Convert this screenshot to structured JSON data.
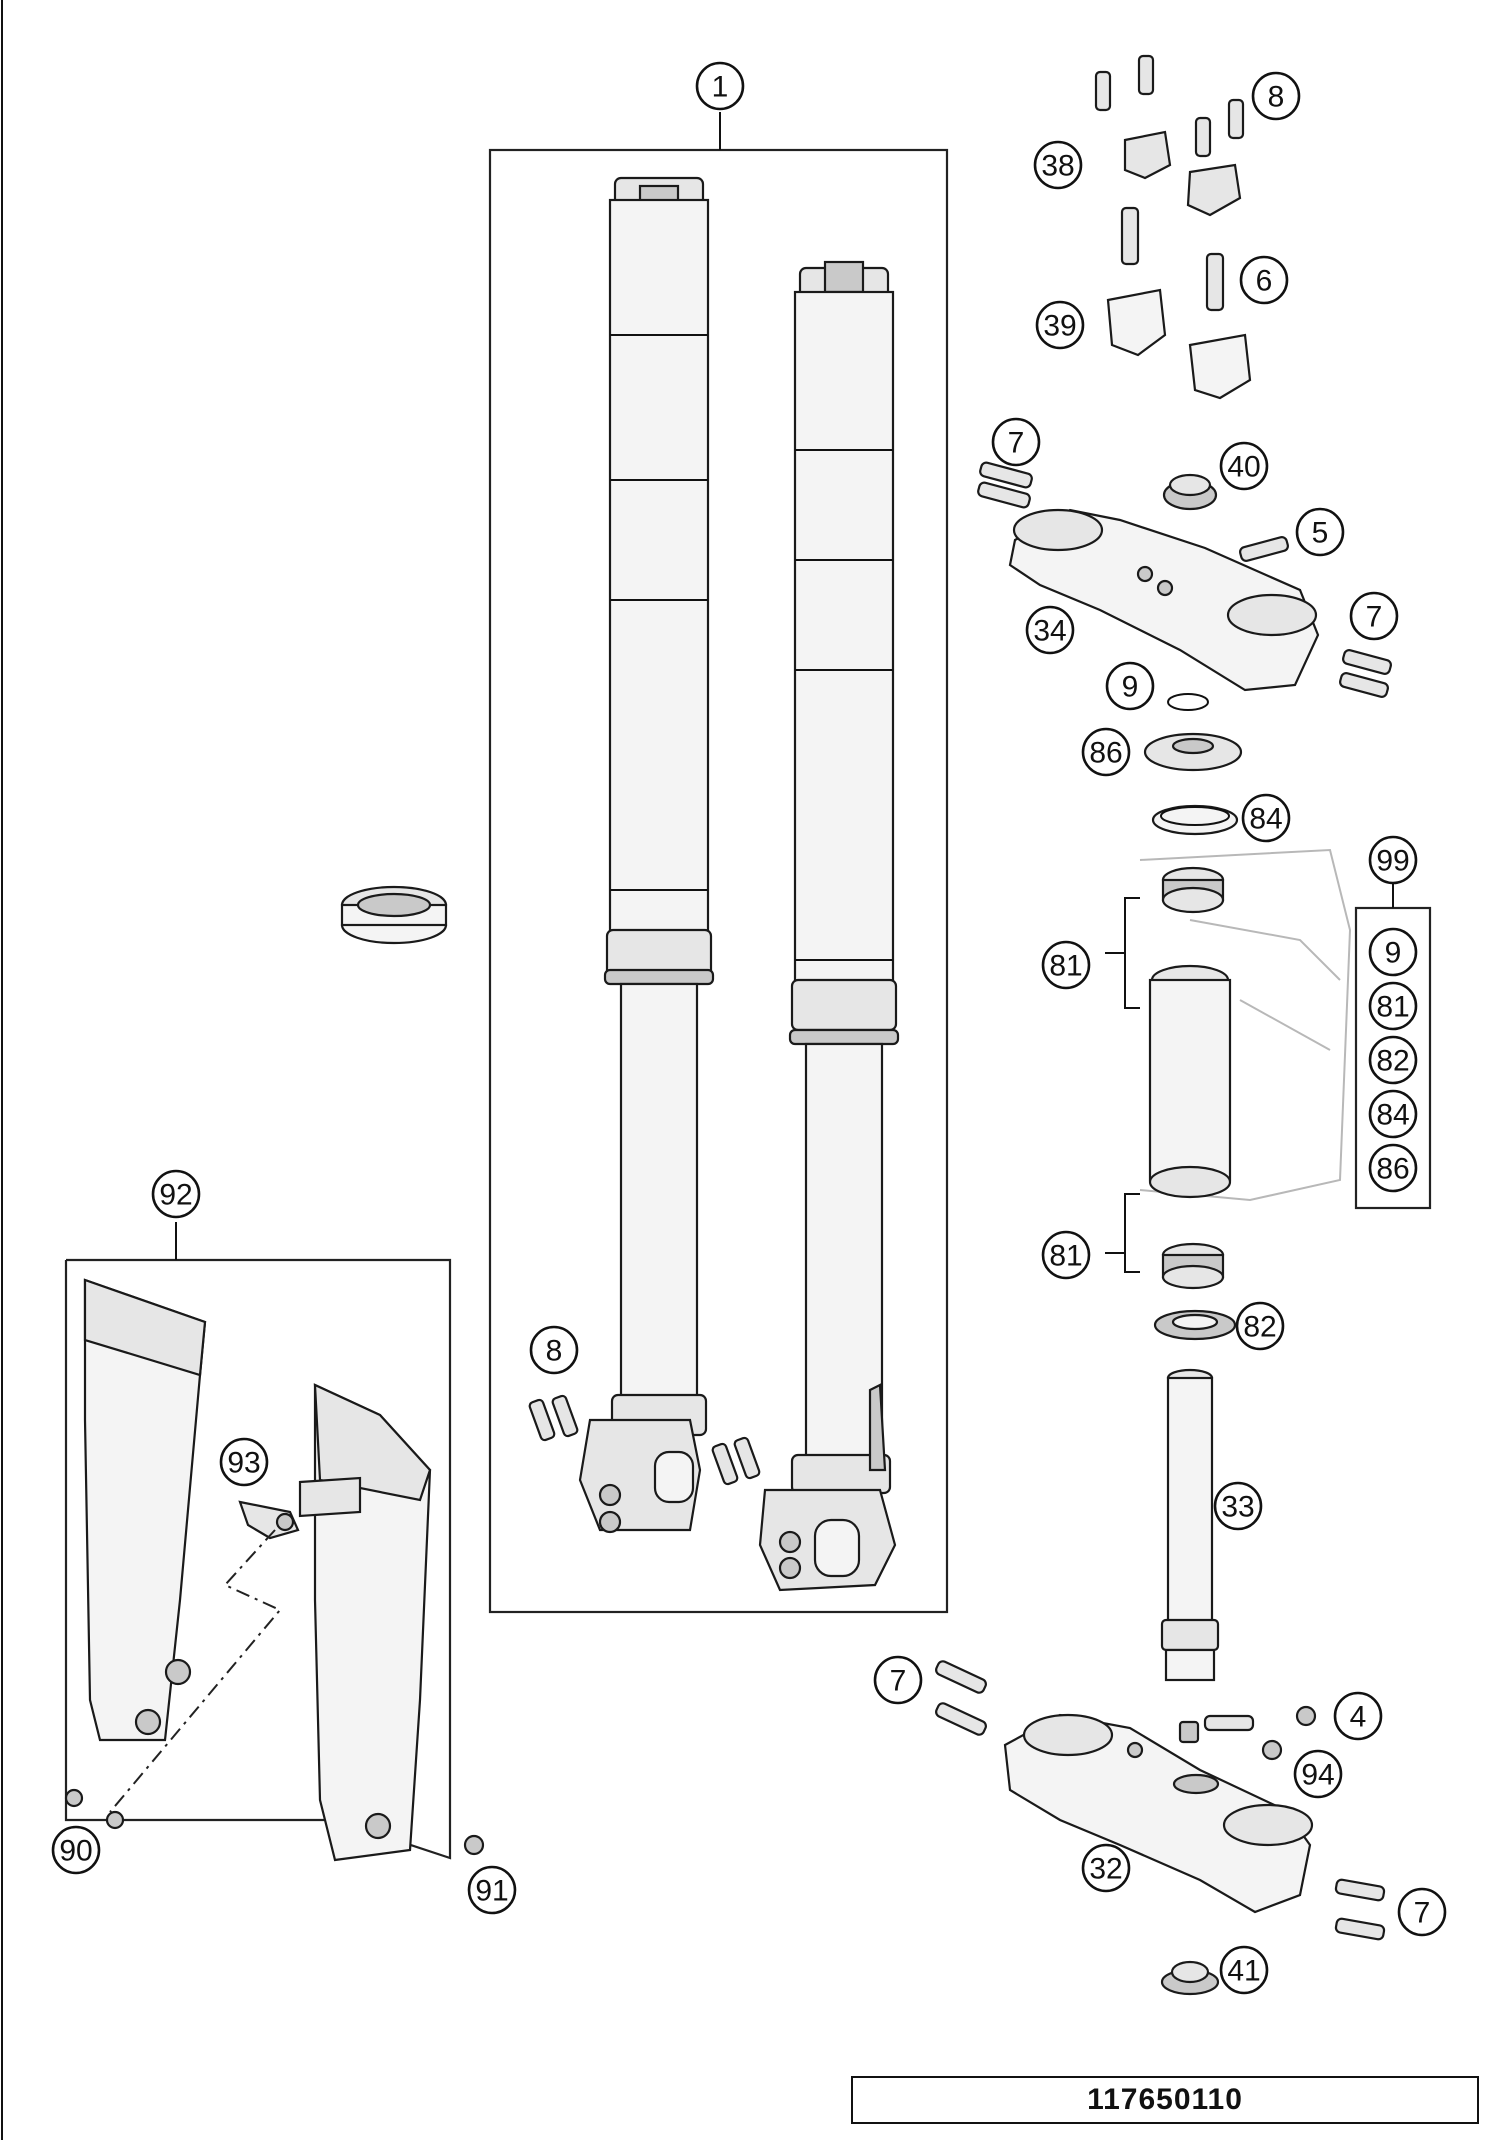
{
  "drawing_number": "117650110",
  "callouts": {
    "fork_assembly": "1",
    "handlebar_bolt_top": "8",
    "handlebar_clamp_top": "38",
    "handlebar_bolt": "6",
    "handlebar_clamp_lower": "39",
    "clamp_bolt_top_left": "7",
    "cap": "40",
    "top_bolt": "5",
    "top_triple_clamp": "34",
    "clamp_bolts_top_right": "7",
    "o_ring": "9",
    "dust_cover": "86",
    "seal_ring": "84",
    "kit_number": "99",
    "kit_items": [
      "9",
      "81",
      "82",
      "84",
      "86"
    ],
    "upper_bearing": "81",
    "lower_bearing": "81",
    "seal_lower": "82",
    "steering_stem": "33",
    "lower_clamp_bolts_left": "7",
    "stem_bolt": "4",
    "nut": "94",
    "bottom_triple_clamp": "32",
    "lower_clamp_bolts_right": "7",
    "lower_cap": "41",
    "axle_clamp_bolts": "8",
    "fork_protector_set": "92",
    "protector_bracket": "93",
    "screw_left": "90",
    "screw_right": "91"
  }
}
